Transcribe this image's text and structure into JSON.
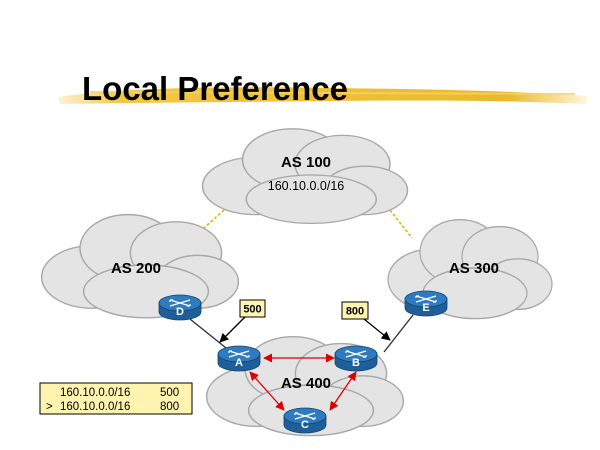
{
  "slide": {
    "title": "Local Preference",
    "colors": {
      "title_brush": "#f2c12e",
      "cloud_fill": "#e4e4e4",
      "cloud_stroke": "#a8a8a8",
      "router_body": "#2f7bbf",
      "link_inter_as": "#e0b800",
      "link_ibgp": "#dd0000",
      "callout_fill": "#fff3b0",
      "table_fill": "#fff3b0"
    }
  },
  "diagram": {
    "clouds": [
      {
        "id": "as100",
        "label": "AS 100",
        "sublabel": "160.10.0.0/16"
      },
      {
        "id": "as200",
        "label": "AS 200"
      },
      {
        "id": "as300",
        "label": "AS 300"
      },
      {
        "id": "as400",
        "label": "AS 400"
      }
    ],
    "routers": [
      {
        "id": "A",
        "label": "A"
      },
      {
        "id": "B",
        "label": "B"
      },
      {
        "id": "C",
        "label": "C"
      },
      {
        "id": "D",
        "label": "D"
      },
      {
        "id": "E",
        "label": "E"
      }
    ],
    "callouts": [
      {
        "id": "pref-a",
        "value": "500"
      },
      {
        "id": "pref-b",
        "value": "800"
      }
    ],
    "routing_table": {
      "rows": [
        {
          "marker": "",
          "prefix": "160.10.0.0/16",
          "pref": "500"
        },
        {
          "marker": ">",
          "prefix": "160.10.0.0/16",
          "pref": "800"
        }
      ]
    }
  }
}
